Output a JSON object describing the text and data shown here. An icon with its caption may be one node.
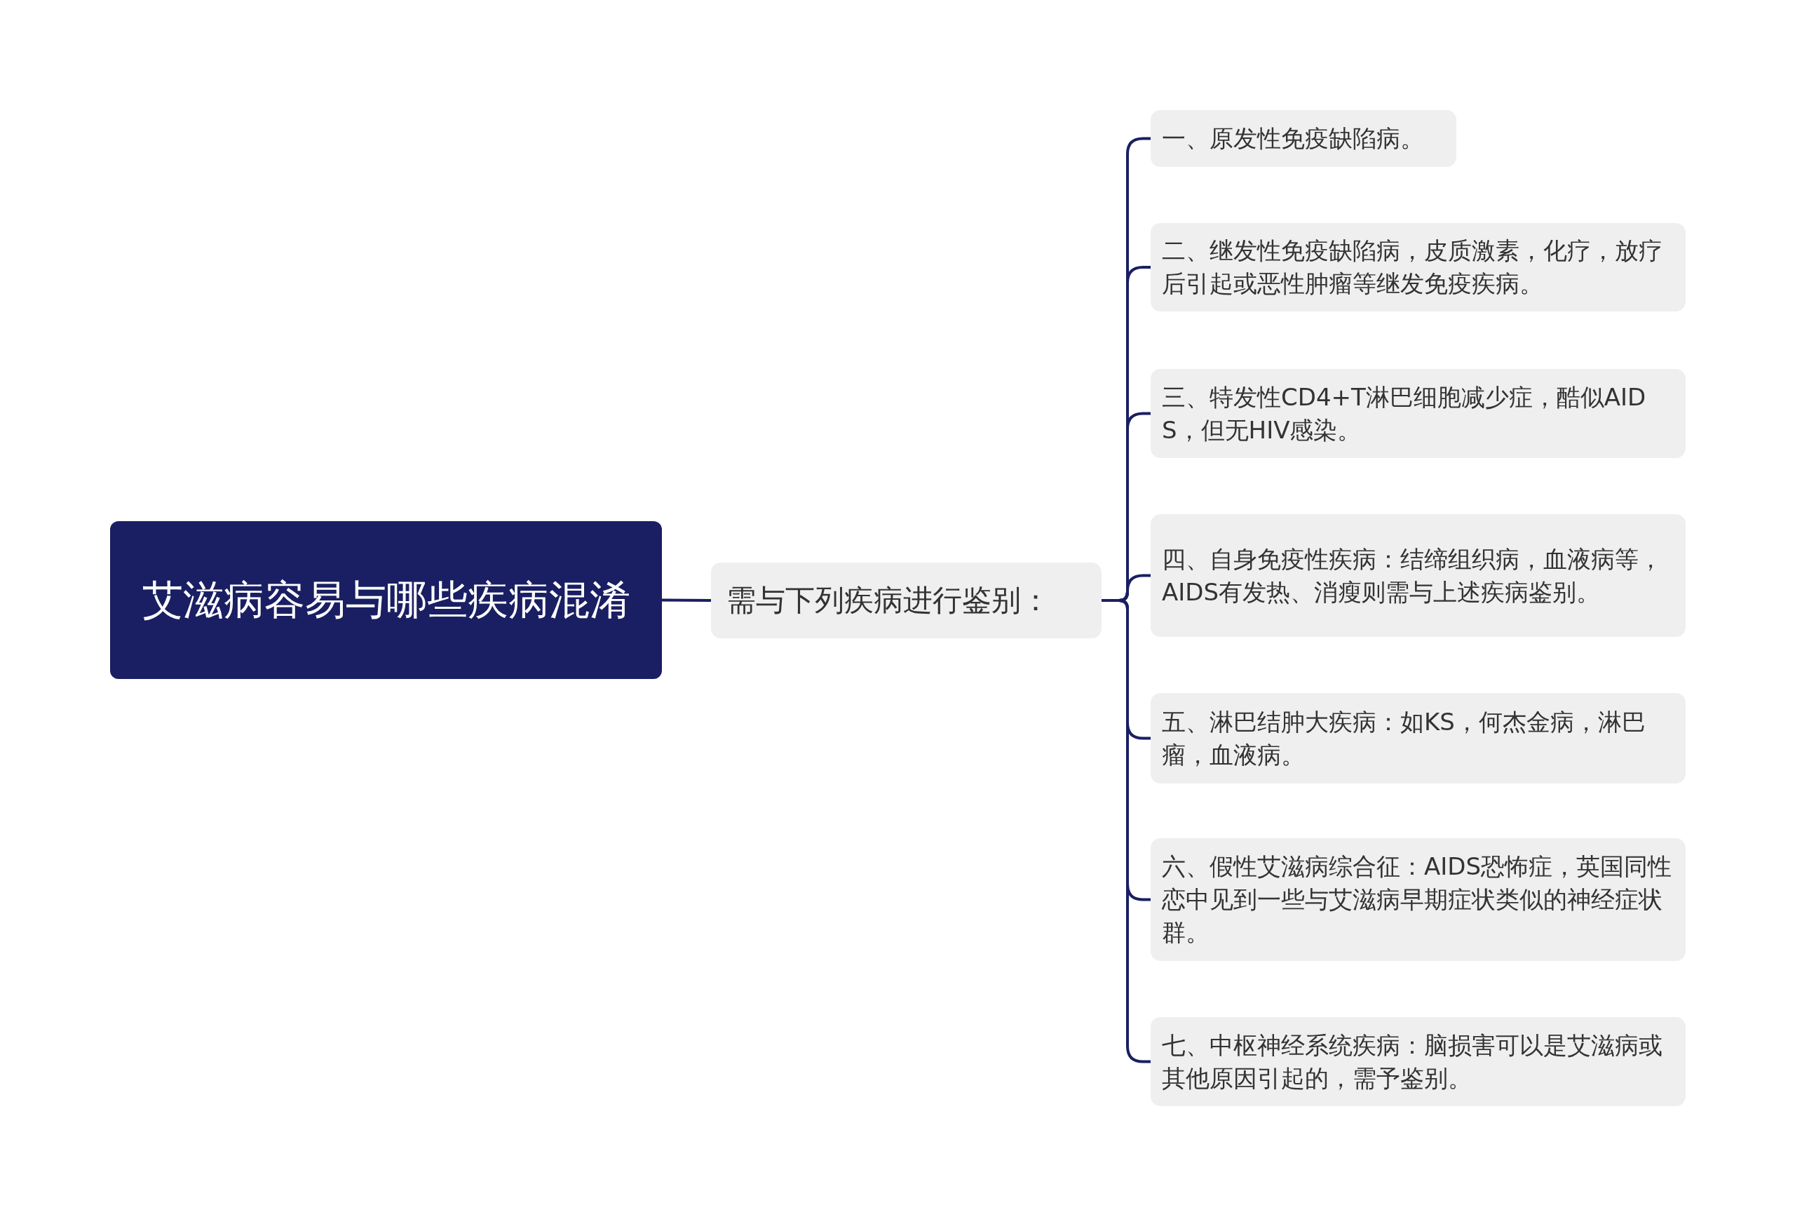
{
  "diagram": {
    "nodes": [
      {
        "text": [
          "艾滋病容易与哪些疾病混淆"
        ]
      },
      {
        "text": [
          "需与下列疾病进行鉴别："
        ]
      },
      {
        "text": [
          "一、原发性免疫缺陷病。"
        ]
      },
      {
        "text": [
          "二、继发性免疫缺陷病，皮质激素，化疗，放疗后引起或恶性肿瘤等继发免疫疾病。"
        ]
      },
      {
        "text": [
          "三、特发性CD4+T淋巴细胞减少症，酷似AIDS，但无HIV感染。"
        ]
      },
      {
        "text": [
          "四、自身免疫性疾病：结缔组织病，血液病等，AIDS有发热、消瘦则需与上述疾病鉴别。"
        ]
      },
      {
        "text": [
          "五、淋巴结肿大疾病：如KS，何杰金病，淋巴瘤，血液病。"
        ]
      },
      {
        "text": [
          "六、假性艾滋病综合征：AIDS恐怖症，英国同性恋中见到一些与艾滋病早期症状类似的神经症状群。"
        ]
      },
      {
        "text": [
          "七、中枢神经系统疾病：脑损害可以是艾滋病或其他原因引起的，需予鉴别。"
        ]
      }
    ],
    "edges": [
      {
        "from": 0,
        "to": 1,
        "arrow": "none"
      },
      {
        "from": 1,
        "to": 2,
        "arrow": "none"
      },
      {
        "from": 1,
        "to": 3,
        "arrow": "none"
      },
      {
        "from": 1,
        "to": 4,
        "arrow": "none"
      },
      {
        "from": 1,
        "to": 5,
        "arrow": "none"
      },
      {
        "from": 1,
        "to": 6,
        "arrow": "none"
      },
      {
        "from": 1,
        "to": 7,
        "arrow": "none"
      },
      {
        "from": 1,
        "to": 8,
        "arrow": "none"
      }
    ]
  }
}
